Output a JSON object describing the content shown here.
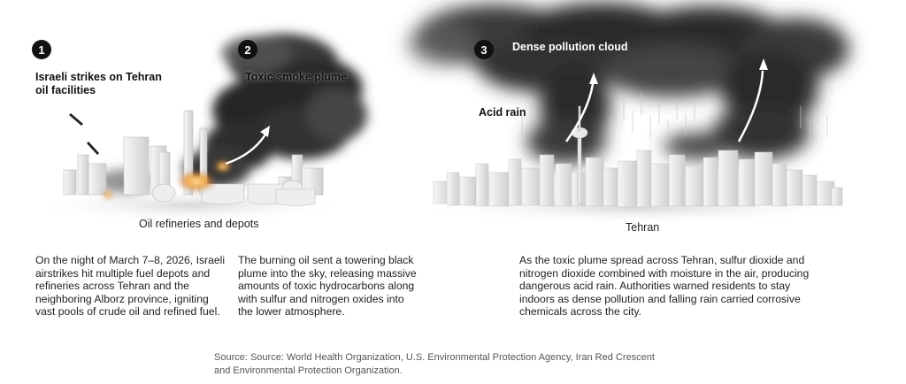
{
  "steps": [
    {
      "number": "1",
      "title": "Israeli strikes on Tehran oil facilities"
    },
    {
      "number": "2",
      "title": "Toxic smoke plume"
    },
    {
      "number": "3",
      "title": "Dense pollution cloud"
    }
  ],
  "labels": {
    "acid_rain": "Acid rain",
    "refineries": "Oil refineries and depots",
    "city": "Tehran"
  },
  "paragraphs": {
    "p1": "On the night of March 7–8, 2026, Israeli airstrikes hit multiple fuel depots and refineries across Tehran and the neighboring Alborz province, igniting vast pools of crude oil and refined fuel.",
    "p2": "The burning oil sent a towering black plume into the sky, releasing massive amounts of toxic hydrocarbons along with sulfur and nitrogen oxides into the lower atmosphere.",
    "p3": "As the toxic plume spread across Tehran, sulfur dioxide and nitrogen dioxide combined with moisture in the air, producing dangerous acid rain. Authorities warned residents to stay indoors as dense pollution and falling rain carried corrosive chemicals across the city."
  },
  "source": "Source: Source: World Health Organization, U.S. Environmental Protection Agency, Iran Red Crescent and Environmental Protection Organization.",
  "colors": {
    "smoke": "#2b2b2b",
    "fire": "#f2a23a",
    "building": "#e6e6e6",
    "badge": "#111111"
  }
}
